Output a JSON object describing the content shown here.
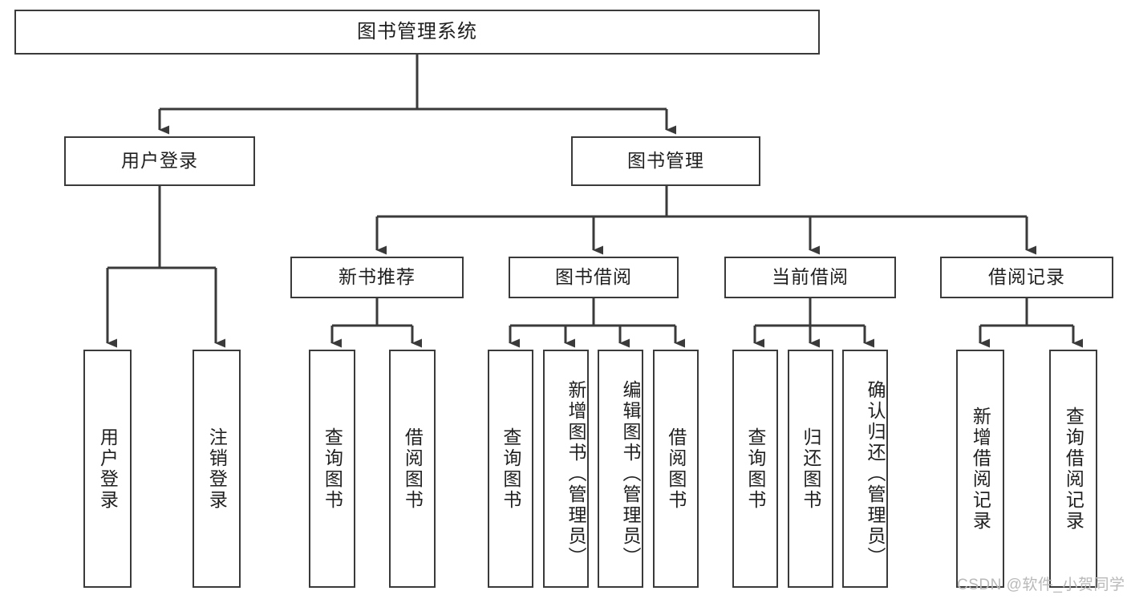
{
  "diagram": {
    "type": "tree-hierarchy-chart",
    "title": "图书管理系统",
    "watermark": "CSDN @软件_小贺同学",
    "colors": {
      "stroke": "#3a3a3a",
      "fill": "#ffffff",
      "text": "#1f1f1f",
      "watermark": "#b9b9b9"
    },
    "levels": [
      {
        "level": 1,
        "nodes": [
          {
            "id": "root",
            "label": "图书管理系统",
            "orientation": "horizontal"
          }
        ]
      },
      {
        "level": 2,
        "nodes": [
          {
            "id": "login",
            "label": "用户登录",
            "orientation": "horizontal",
            "parent": "root"
          },
          {
            "id": "bookmgmt",
            "label": "图书管理",
            "orientation": "horizontal",
            "parent": "root"
          }
        ]
      },
      {
        "level": 3,
        "nodes": [
          {
            "id": "newbook",
            "label": "新书推荐",
            "orientation": "horizontal",
            "parent": "bookmgmt"
          },
          {
            "id": "borrow",
            "label": "图书借阅",
            "orientation": "horizontal",
            "parent": "bookmgmt"
          },
          {
            "id": "current",
            "label": "当前借阅",
            "orientation": "horizontal",
            "parent": "bookmgmt"
          },
          {
            "id": "records",
            "label": "借阅记录",
            "orientation": "horizontal",
            "parent": "bookmgmt"
          }
        ]
      },
      {
        "level": 4,
        "nodes": [
          {
            "id": "leaf1",
            "label": "用户登录",
            "orientation": "vertical",
            "parent": "login"
          },
          {
            "id": "leaf2",
            "label": "注销登录",
            "orientation": "vertical",
            "parent": "login"
          },
          {
            "id": "leaf3",
            "label": "查询图书",
            "orientation": "vertical",
            "parent": "newbook"
          },
          {
            "id": "leaf4",
            "label": "借阅图书",
            "orientation": "vertical",
            "parent": "newbook"
          },
          {
            "id": "leaf5",
            "label": "查询图书",
            "orientation": "vertical",
            "parent": "borrow"
          },
          {
            "id": "leaf6",
            "label": "新增图书（管理员）",
            "orientation": "vertical",
            "parent": "borrow"
          },
          {
            "id": "leaf7",
            "label": "编辑图书（管理员）",
            "orientation": "vertical",
            "parent": "borrow"
          },
          {
            "id": "leaf8",
            "label": "借阅图书",
            "orientation": "vertical",
            "parent": "borrow"
          },
          {
            "id": "leaf9",
            "label": "查询图书",
            "orientation": "vertical",
            "parent": "current"
          },
          {
            "id": "leaf10",
            "label": "归还图书",
            "orientation": "vertical",
            "parent": "current"
          },
          {
            "id": "leaf11",
            "label": "确认归还（管理员）",
            "orientation": "vertical",
            "parent": "current"
          },
          {
            "id": "leaf12",
            "label": "新增借阅记录",
            "orientation": "vertical",
            "parent": "records"
          },
          {
            "id": "leaf13",
            "label": "查询借阅记录",
            "orientation": "vertical",
            "parent": "records"
          }
        ]
      }
    ]
  }
}
